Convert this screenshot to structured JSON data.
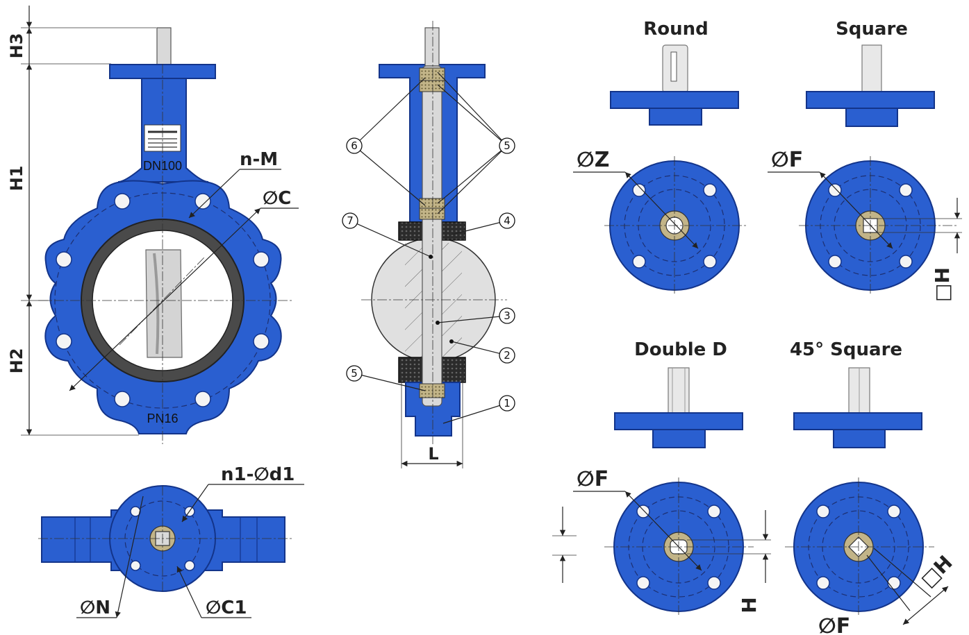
{
  "main_view": {
    "dims": {
      "h3": "H3",
      "h1": "H1",
      "h2": "H2"
    },
    "body_labels": {
      "size": "DN100",
      "pressure": "PN16"
    },
    "callouts": {
      "bolt_holes": "n-M",
      "bolt_circle": "∅C"
    }
  },
  "top_view": {
    "callouts": {
      "top_holes": "n1-∅d1",
      "top_diameter": "∅N",
      "top_circle": "∅C1"
    }
  },
  "section_view": {
    "parts": [
      "1",
      "2",
      "3",
      "4",
      "5",
      "5",
      "6",
      "7"
    ],
    "dim_l": "L"
  },
  "stem_types": {
    "round": {
      "title": "Round",
      "dim": "∅Z"
    },
    "square": {
      "title": "Square",
      "dim": "∅F",
      "side": "□H"
    },
    "double_d": {
      "title": "Double D",
      "dim": "∅F",
      "side": "H"
    },
    "square45": {
      "title": "45° Square",
      "dim": "∅F",
      "side": "□H"
    }
  },
  "colors": {
    "body": "#2a5fd0",
    "body_stroke": "#13348a",
    "liner": "#555555",
    "stem": "#d9d9d9",
    "bushing": "#c2b488"
  }
}
